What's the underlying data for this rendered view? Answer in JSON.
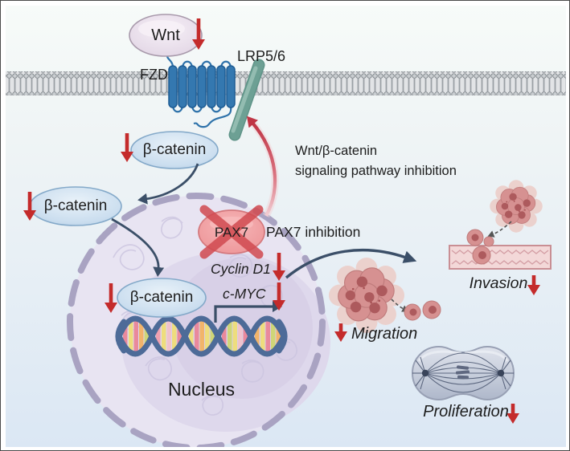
{
  "labels": {
    "wnt": "Wnt",
    "fzd": "FZD",
    "lrp56": "LRP5/6",
    "beta_catenin": "β-catenin",
    "pax7": "PAX7",
    "pathway_inhibition_line1": "Wnt/β-catenin",
    "pathway_inhibition_line2": "signaling pathway inhibition",
    "pax7_inhibition": "PAX7 inhibition",
    "cyclin_d1": "Cyclin D1",
    "c_myc": "c-MYC",
    "nucleus": "Nucleus",
    "invasion": "Invasion",
    "migration": "Migration",
    "proliferation": "Proliferation"
  },
  "colors": {
    "inhibition_red": "#c42b2b",
    "receptor_blue": "#3478b0",
    "lrp_teal": "#6da094",
    "beta_catenin_blue": "#c4d9ec",
    "pax7_red": "#ef9b9e",
    "nucleus_purple": "#e6e1f0",
    "tumor_pink": "#d69191",
    "arrow_navy": "#3b4f68"
  }
}
